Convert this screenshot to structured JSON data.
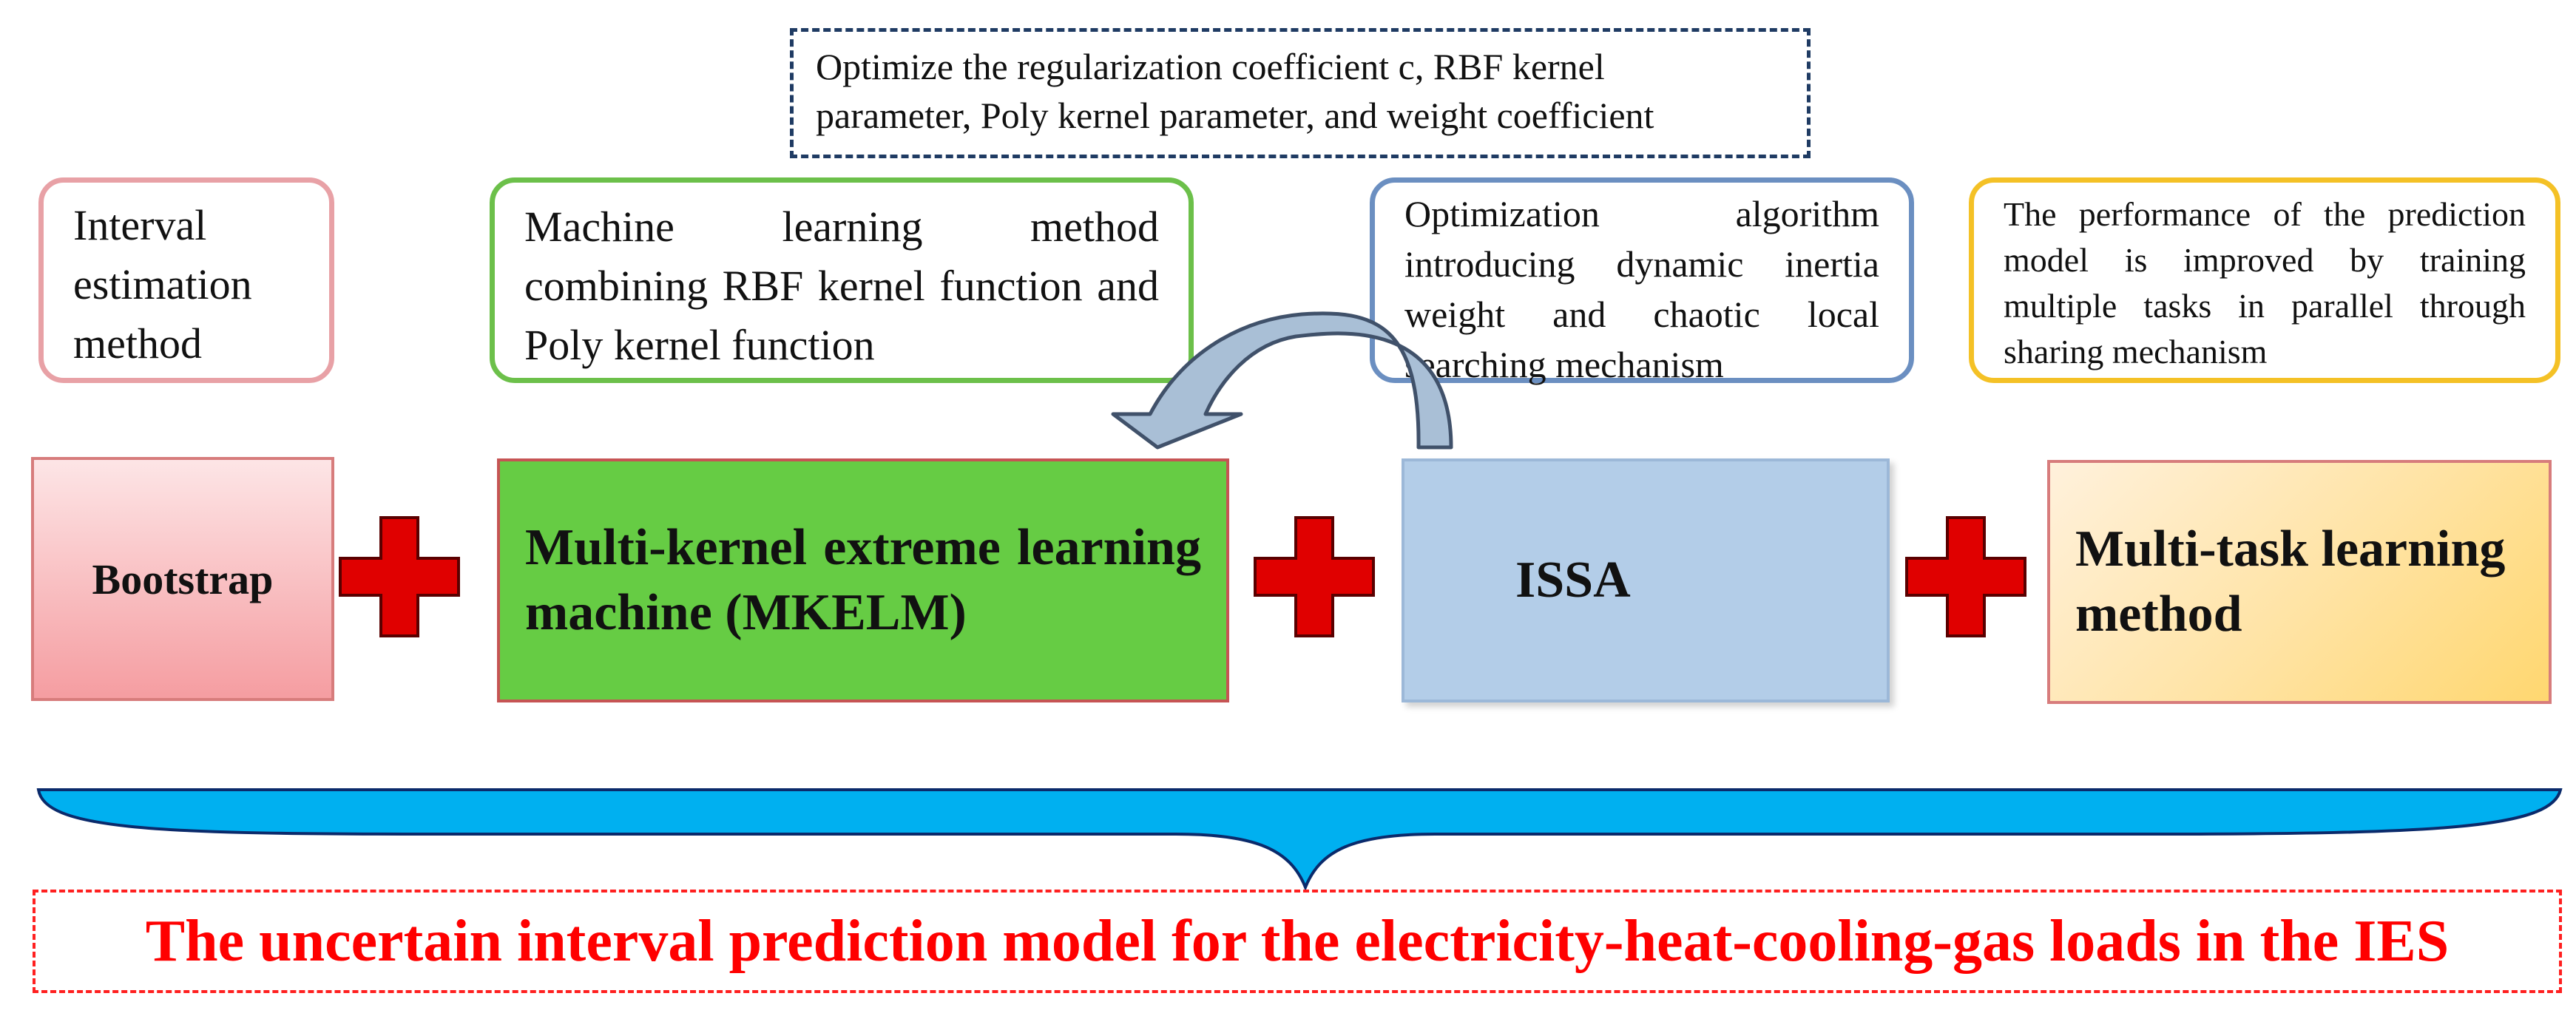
{
  "parameters_note": {
    "line1": "Optimize the regularization coefficient c, RBF kernel",
    "line2": "parameter, Poly kernel parameter, and weight coefficient"
  },
  "descriptions": {
    "bootstrap": "Interval estimation method",
    "mkelm": "Machine learning method combining RBF kernel function and Poly kernel function",
    "issa": "Optimization algorithm introducing dynamic inertia weight and chaotic local searching mechanism",
    "mtl": "The performance of the prediction model is improved by training multiple tasks in parallel through sharing mechanism"
  },
  "components": {
    "bootstrap": "Bootstrap",
    "mkelm": "Multi-kernel extreme learning machine (MKELM)",
    "issa": "ISSA",
    "mtl": "Multi-task learning method"
  },
  "result": "The uncertain interval prediction model for the electricity-heat-cooling-gas loads in the IES",
  "colors": {
    "plus": "#e00000",
    "brace": "#00b0f0",
    "result_text": "#ff0000",
    "mkelm_fill": "#66cc44",
    "issa_fill": "#b3cde8"
  }
}
